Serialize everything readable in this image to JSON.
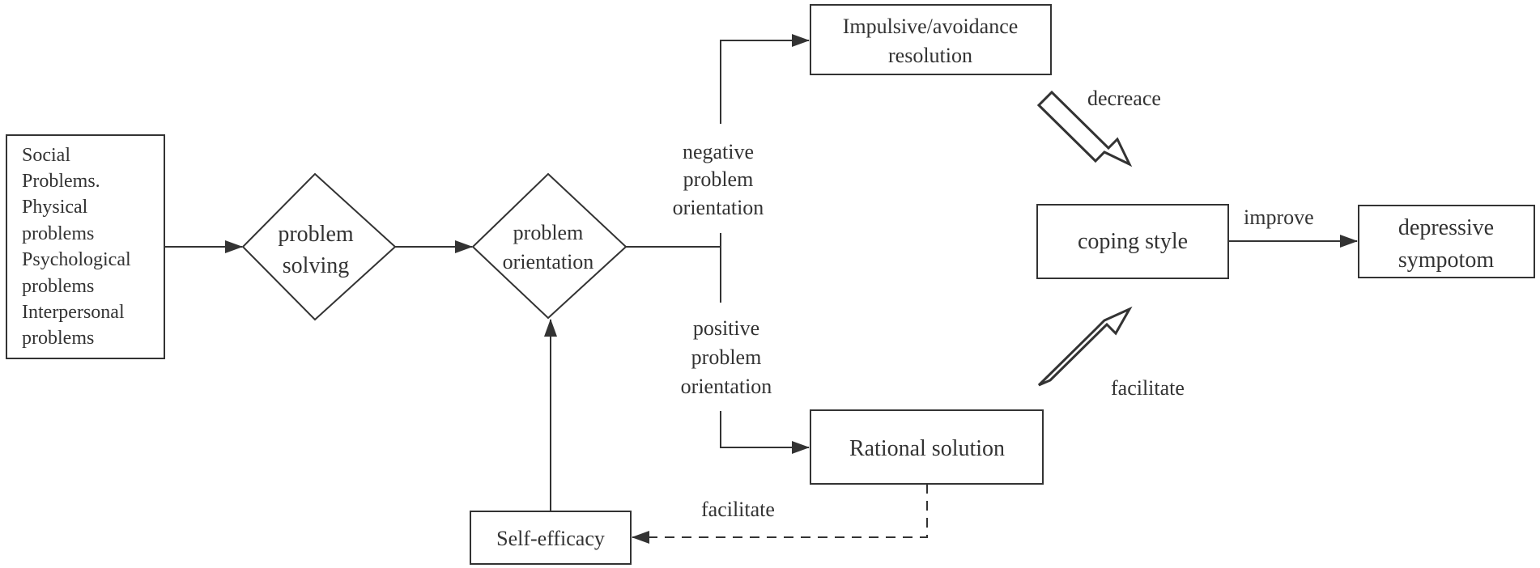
{
  "problem_sources": {
    "lines": [
      "Social",
      "Problems.",
      "Physical",
      "problems",
      "Psychological",
      "problems",
      "Interpersonal",
      "problems"
    ]
  },
  "problem_solving": {
    "line1": "problem",
    "line2": "solving"
  },
  "problem_orientation": {
    "line1": "problem",
    "line2": "orientation"
  },
  "negative_orientation": {
    "line1": "negative",
    "line2": "problem",
    "line3": "orientation"
  },
  "positive_orientation": {
    "line1": "positive",
    "line2": "problem",
    "line3": "orientation"
  },
  "impulsive_resolution": {
    "line1": "Impulsive/avoidance",
    "line2": "resolution"
  },
  "rational_solution": {
    "label": "Rational solution"
  },
  "self_efficacy": {
    "label": "Self-efficacy"
  },
  "coping_style": {
    "label": "coping style"
  },
  "depressive_symptom": {
    "line1": "depressive",
    "line2": "sympotom"
  },
  "edge_labels": {
    "decrease": "decreace",
    "facilitate_coping": "facilitate",
    "improve": "improve",
    "facilitate_self_efficacy": "facilitate"
  }
}
